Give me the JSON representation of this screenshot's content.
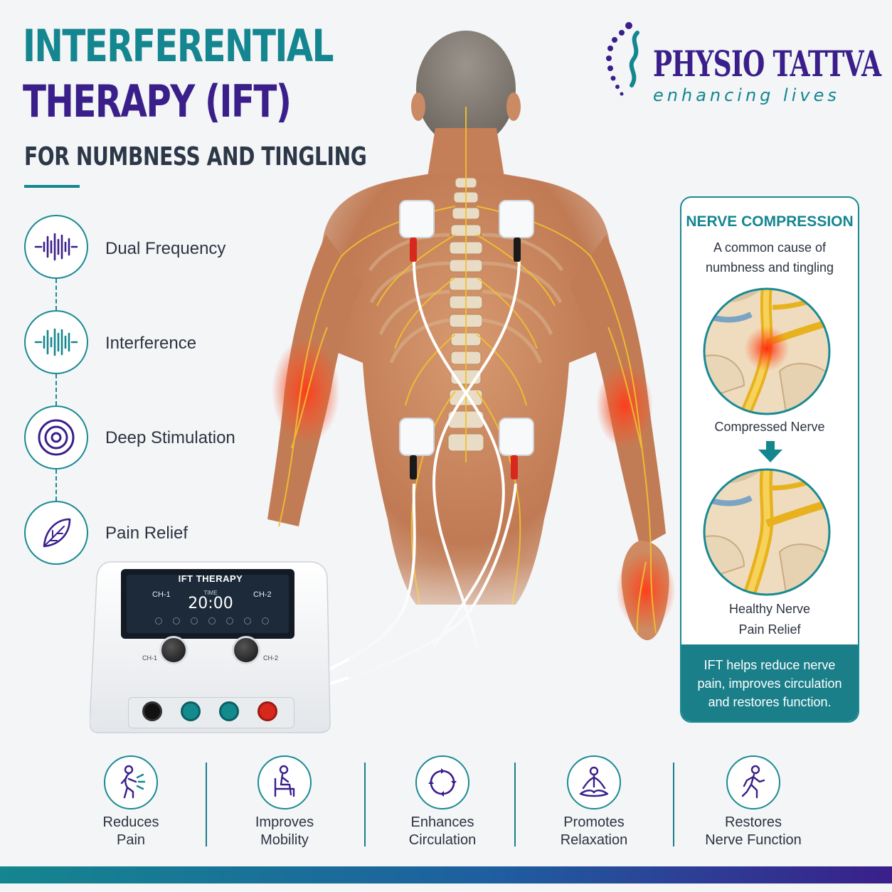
{
  "title": {
    "line1": "INTERFERENTIAL",
    "line2": "THERAPY (IFT)",
    "subtitle": "FOR NUMBNESS AND TINGLING"
  },
  "logo": {
    "name": "PHYSIO TATTVA",
    "tagline": "enhancing lives"
  },
  "features": [
    {
      "label": "Dual Frequency",
      "icon": "waveform-icon"
    },
    {
      "label": "Interference",
      "icon": "interference-wave-icon"
    },
    {
      "label": "Deep Stimulation",
      "icon": "target-rings-icon"
    },
    {
      "label": "Pain Relief",
      "icon": "leaf-icon"
    }
  ],
  "device": {
    "title": "IFT THERAPY",
    "ch1": "CH-1",
    "ch2": "CH-2",
    "time_label": "TIME",
    "time_value": "20:00",
    "knob1_label": "CH-1",
    "knob2_label": "CH-2"
  },
  "panel": {
    "title": "NERVE COMPRESSION",
    "subtitle_line1": "A common cause of",
    "subtitle_line2": "numbness and tingling",
    "compressed_caption": "Compressed Nerve",
    "healthy_caption": "Healthy Nerve",
    "relief_caption": "Pain Relief",
    "footer_line1": "IFT helps reduce nerve",
    "footer_line2": "pain, improves circulation",
    "footer_line3": "and restores function."
  },
  "benefits": [
    {
      "line1": "Reduces",
      "line2": "Pain",
      "icon": "person-pain-icon"
    },
    {
      "line1": "Improves",
      "line2": "Mobility",
      "icon": "person-seated-icon"
    },
    {
      "line1": "Enhances",
      "line2": "Circulation",
      "icon": "circular-arrows-icon"
    },
    {
      "line1": "Promotes",
      "line2": "Relaxation",
      "icon": "meditation-icon"
    },
    {
      "line1": "Restores",
      "line2": "Nerve Function",
      "icon": "person-walking-icon"
    }
  ],
  "colors": {
    "teal": "#14868f",
    "purple": "#3a1f8a",
    "nerve_yellow": "#f2c12e",
    "inflammation_red": "#f0462a",
    "skin": "#c9835c"
  }
}
